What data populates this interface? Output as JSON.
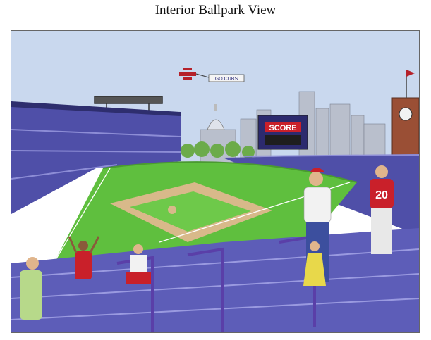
{
  "page": {
    "title": "Interior Ballpark View"
  },
  "scene": {
    "banner_text": "GO CUBS",
    "scoreboard_text": "SCORE",
    "jersey_number": "20",
    "colors": {
      "sky": "#c9d8ee",
      "grass": "#5fbf3e",
      "infield_dirt": "#d8b98a",
      "seats": "#4f4fa8",
      "jersey_red": "#c9202a",
      "rail": "#5a3fa8"
    }
  }
}
